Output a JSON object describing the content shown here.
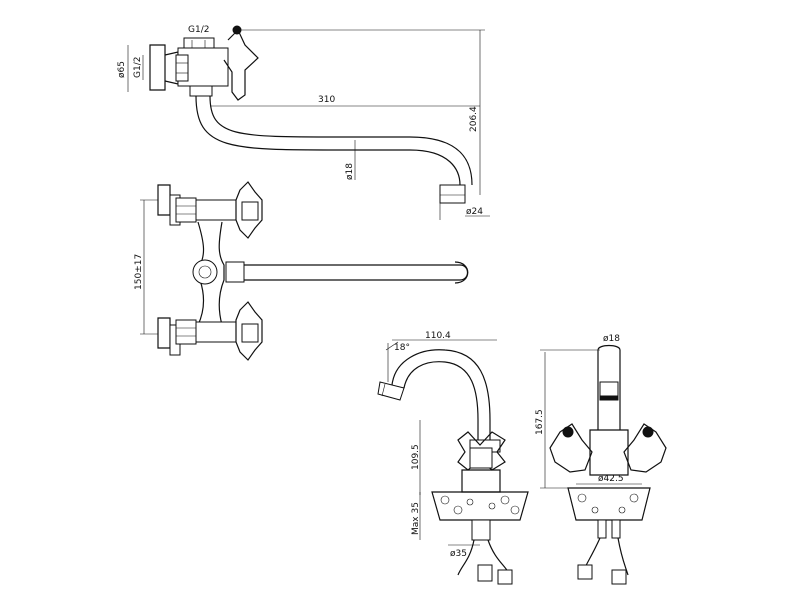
{
  "dimensions": {
    "top_view": {
      "inlet_thread": "G1/2",
      "flange_diameter": "ø65",
      "wall_thread": "G1/2",
      "spout_length": "310",
      "height": "206.4",
      "spout_tube": "ø18",
      "spout_tip": "ø24"
    },
    "front_view": {
      "center_distance": "150±17"
    },
    "basin_side": {
      "reach": "110.4",
      "angle": "18°",
      "height": "109.5",
      "max_thickness": "Max 35",
      "base_diameter": "ø35"
    },
    "basin_front": {
      "spout_diameter": "ø18",
      "total_height": "167.5",
      "base_diameter": "ø42.5"
    }
  },
  "colors": {
    "line": "#111111",
    "background": "#ffffff"
  }
}
